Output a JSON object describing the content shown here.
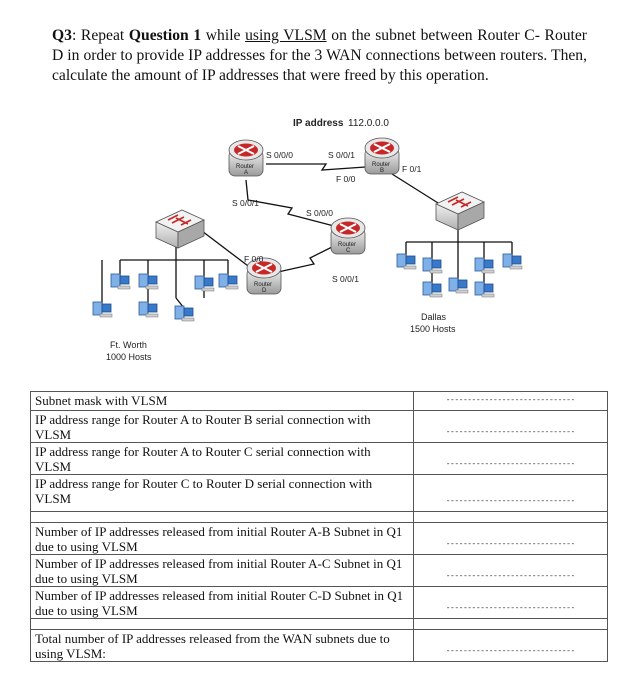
{
  "question": {
    "prefix": "Q3",
    "colon": ": Repeat ",
    "ref": "Question 1",
    "mid1": " while ",
    "vlsm_phrase": "using VLSM",
    "rest": " on the subnet between Router C- Router D in order to provide IP addresses for the 3 WAN connections between routers. Then, calculate the amount of IP addresses that were freed by this operation."
  },
  "diagram": {
    "ip_label": "IP address",
    "ip_value": "112.0.0.0",
    "routers": [
      {
        "name": "Router",
        "id": "A"
      },
      {
        "name": "Router",
        "id": "B"
      },
      {
        "name": "Router",
        "id": "C"
      },
      {
        "name": "Router",
        "id": "D"
      }
    ],
    "interfaces": {
      "a_s000": "S 0/0/0",
      "a_s001": "S 0/0/1",
      "b_s001": "S 0/0/1",
      "b_f00": "F 0/0",
      "b_f01": "F 0/1",
      "c_s000": "S 0/0/0",
      "c_s001": "S 0/0/1",
      "d_f00": "F 0/0"
    },
    "sites": {
      "left_name": "Ft. Worth",
      "left_hosts": "1000 Hosts",
      "right_name": "Dallas",
      "right_hosts": "1500 Hosts"
    }
  },
  "table": {
    "rows": [
      {
        "label": "Subnet mask with VLSM",
        "answer": "------------------------------"
      },
      {
        "label": "IP address range for Router A to Router B serial connection with VLSM",
        "answer": "------------------------------"
      },
      {
        "label": "IP address range for Router A to Router C serial connection with VLSM",
        "answer": "------------------------------"
      },
      {
        "label": "IP address range for Router C to Router D serial connection with VLSM",
        "answer": "------------------------------"
      },
      {
        "label": "Number of IP addresses released from initial Router A-B Subnet in Q1 due to using VLSM",
        "answer": "------------------------------"
      },
      {
        "label": "Number of IP addresses released from initial Router A-C Subnet in Q1 due to using VLSM",
        "answer": "------------------------------"
      },
      {
        "label": "Number of IP addresses released from initial Router C-D Subnet in Q1 due to using VLSM",
        "answer": "------------------------------"
      },
      {
        "label": "Total number of IP addresses released from the WAN subnets due to using VLSM:",
        "answer": "------------------------------"
      }
    ]
  },
  "colors": {
    "router_red": "#c62828",
    "switch_gray": "#cfcfcf",
    "pc_blue": "#3a78c9",
    "link_black": "#111111"
  }
}
